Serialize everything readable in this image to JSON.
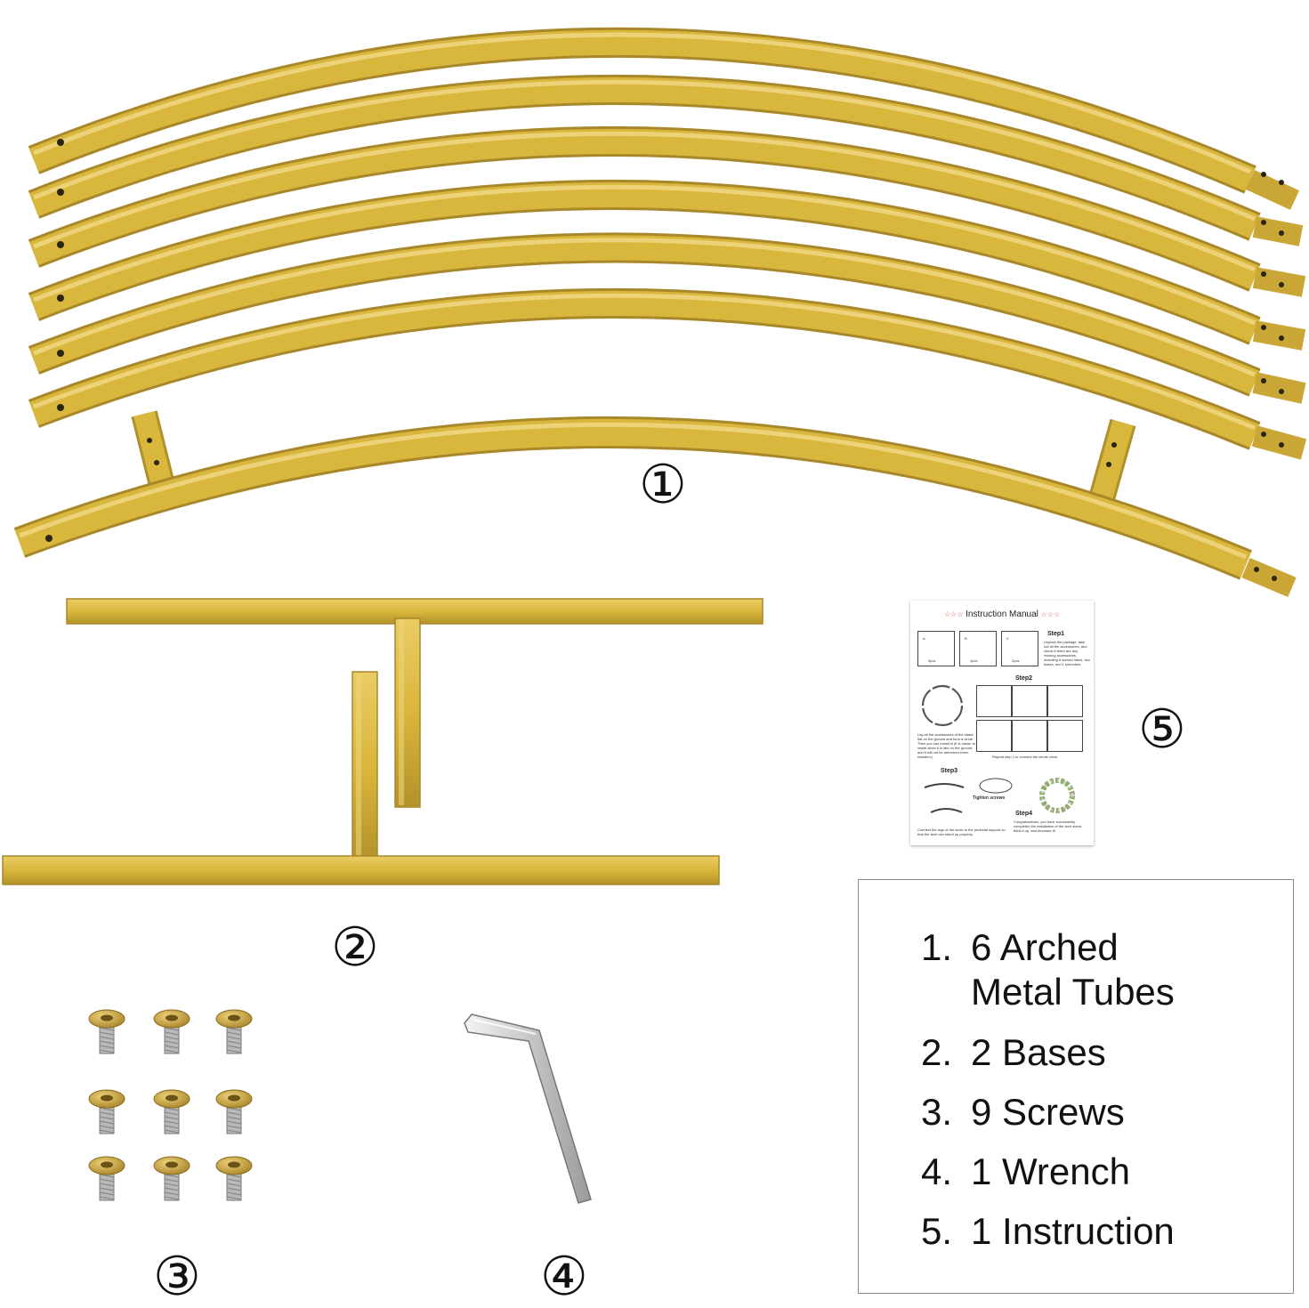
{
  "colors": {
    "gold": "#d9b63c",
    "gold_dark": "#b2922a",
    "gold_light": "#e9cc64",
    "steel": "#cfcfcf"
  },
  "parts": [
    {
      "marker": "①",
      "name": "arched-tubes"
    },
    {
      "marker": "②",
      "name": "bases"
    },
    {
      "marker": "③",
      "name": "screws"
    },
    {
      "marker": "④",
      "name": "wrench"
    },
    {
      "marker": "⑤",
      "name": "instruction-manual"
    }
  ],
  "manual": {
    "title": "Instruction Manual",
    "stars": "☆☆☆",
    "step1": "Step1",
    "step1_text": "Unpack the package, take out all the accessories, and check if there are any missing accessories, including 6 arched tubes, two bases, and 1 wrenches.",
    "box_labels": [
      "A",
      "B",
      "C"
    ],
    "box_counts": [
      "5pcs",
      "1pcs",
      "2pcs"
    ],
    "step2": "Step2",
    "step2_text": "Lay all the accessories of the stand flat on the ground and form a circle. Then you can install it! (It is easier to install when it is laid on the ground, and it will not be deformed when installed.)",
    "repeat_text": "Repeat step 2 to connect the whole circle.",
    "step3": "Step3",
    "tighten": "Tighten screws",
    "step3_text": "Connect the legs of the circle to the pedestal support so that the arch can stand up properly.",
    "step4": "Step4",
    "step4_text": "Congratulations, you have successfully completed the installation of the arch stand, think it up, and decorate it!"
  },
  "legend": {
    "items": [
      {
        "num": "1.",
        "text": "6 Arched",
        "text2": "Metal Tubes"
      },
      {
        "num": "2.",
        "text": "2 Bases"
      },
      {
        "num": "3.",
        "text": "9 Screws"
      },
      {
        "num": "4.",
        "text": "1 Wrench"
      },
      {
        "num": "5.",
        "text": "1 Instruction"
      }
    ]
  }
}
